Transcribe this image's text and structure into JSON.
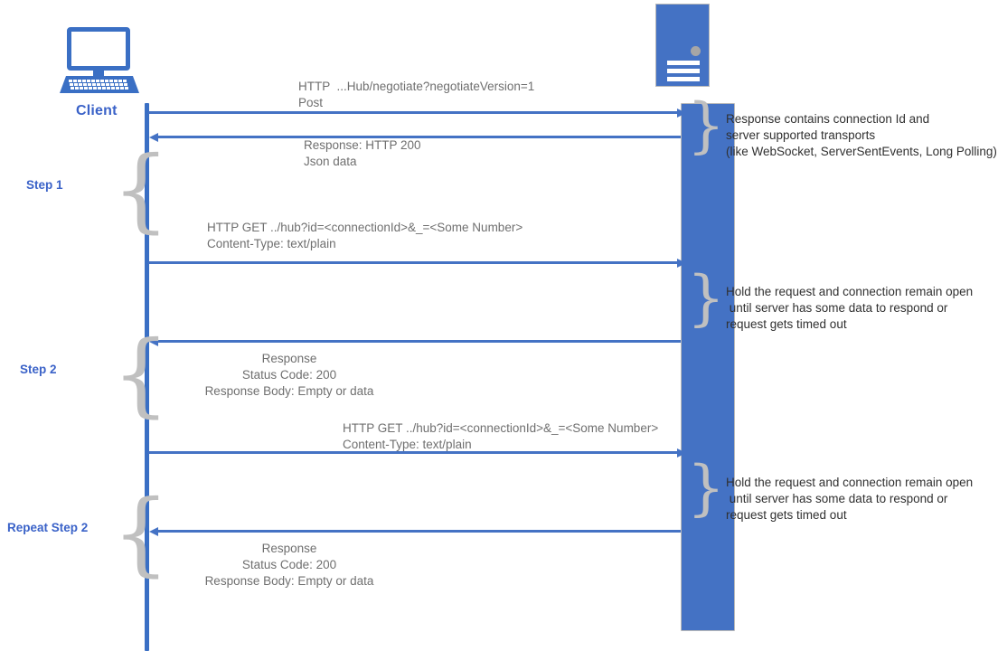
{
  "diagram": {
    "title": "SignalR Long Polling transport sequence",
    "colors": {
      "lifeline": "#3a6fc4",
      "arrow": "#4472c4",
      "accent_label": "#3a62c8",
      "message_text": "#6f6f6f",
      "note_text": "#303030",
      "brace": "#c0c0c0",
      "server_fill": "#4472c4",
      "server_led": "#a6a6a6"
    },
    "actors": [
      {
        "id": "client",
        "label": "Client",
        "icon": "computer-icon"
      },
      {
        "id": "server",
        "label": "",
        "icon": "server-icon"
      }
    ],
    "steps": [
      {
        "id": "step1",
        "label": "Step 1"
      },
      {
        "id": "step2",
        "label": "Step 2"
      },
      {
        "id": "repeat",
        "label": "Repeat Step 2"
      }
    ],
    "messages": [
      {
        "id": "m1",
        "direction": "client-to-server",
        "lines": [
          "HTTP  ...Hub/negotiate?negotiateVersion=1",
          "Post"
        ],
        "align": "left"
      },
      {
        "id": "m2",
        "direction": "server-to-client",
        "lines": [
          "Response: HTTP 200",
          "Json data"
        ],
        "align": "left"
      },
      {
        "id": "m3",
        "direction": "client-to-server",
        "lines": [
          "HTTP GET ../hub?id=<connectionId>&_=<Some Number>",
          "Content-Type: text/plain"
        ],
        "align": "left"
      },
      {
        "id": "m4",
        "direction": "server-to-client",
        "lines": [
          "Response",
          "Status Code: 200",
          "Response Body: Empty or data"
        ],
        "align": "center"
      },
      {
        "id": "m5",
        "direction": "client-to-server",
        "lines": [
          "HTTP GET ../hub?id=<connectionId>&_=<Some Number>",
          "Content-Type: text/plain"
        ],
        "align": "left"
      },
      {
        "id": "m6",
        "direction": "server-to-client",
        "lines": [
          "Response",
          "Status Code: 200",
          "Response Body: Empty or data"
        ],
        "align": "center"
      }
    ],
    "notes": [
      {
        "id": "n1",
        "lines": [
          "Response contains connection Id and",
          "server supported transports",
          "(like WebSocket, ServerSentEvents, Long Polling)"
        ]
      },
      {
        "id": "n2",
        "lines": [
          "Hold the request and connection remain open",
          " until server has some data to respond or",
          "request gets timed out"
        ]
      },
      {
        "id": "n3",
        "lines": [
          "Hold the request and connection remain open",
          " until server has some data to respond or",
          "request gets timed out"
        ]
      }
    ],
    "brace_glyph": "}"
  }
}
